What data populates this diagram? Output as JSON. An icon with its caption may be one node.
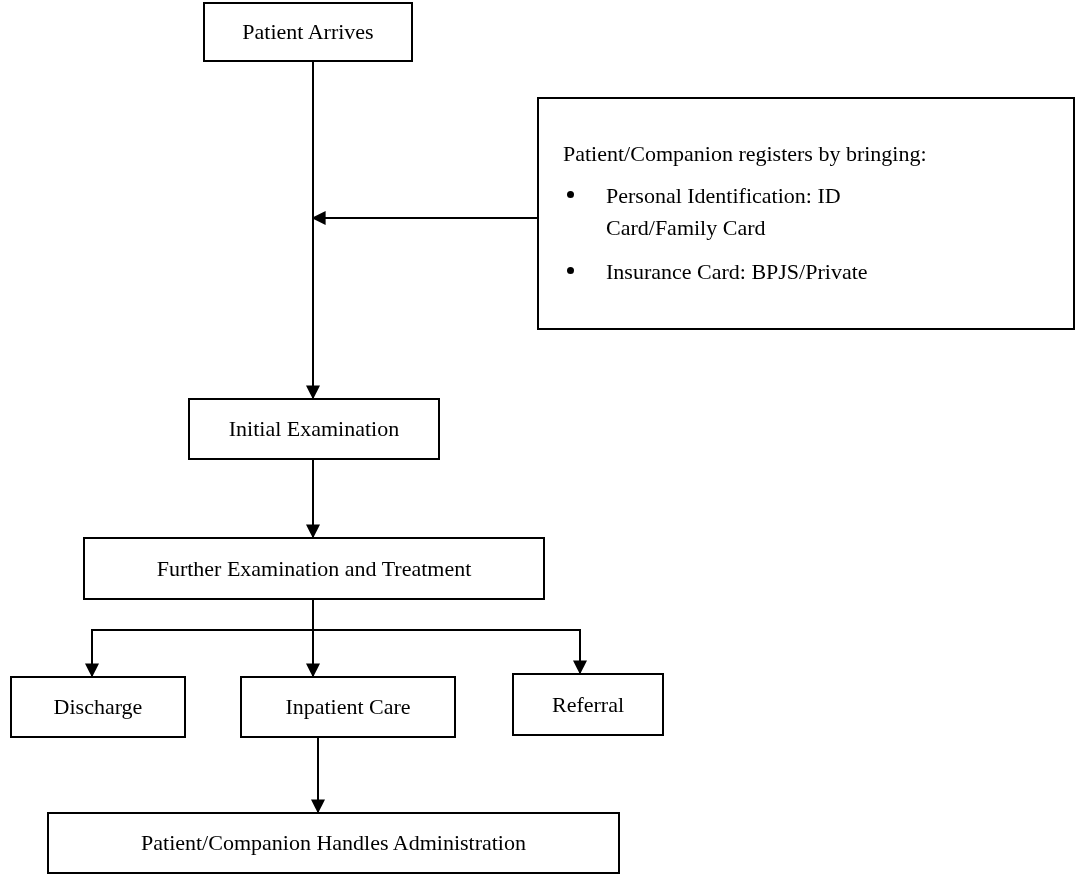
{
  "diagram": {
    "nodes": [
      {
        "text": [
          "Patient Arrives"
        ]
      },
      {
        "text": [
          "Patient/Companion registers by bringing:",
          "Personal Identification: ID Card/Family Card",
          "Insurance Card: BPJS/Private"
        ]
      },
      {
        "text": [
          "Initial Examination"
        ]
      },
      {
        "text": [
          "Further Examination and Treatment"
        ]
      },
      {
        "text": [
          "Discharge"
        ]
      },
      {
        "text": [
          "Inpatient Care"
        ]
      },
      {
        "text": [
          "Referral"
        ]
      },
      {
        "text": [
          "Patient/Companion Handles Administration"
        ]
      }
    ],
    "edges": [
      {
        "from": 0,
        "to": 2,
        "arrow": "to"
      },
      {
        "from": 1,
        "to": null,
        "arrow": "to"
      },
      {
        "from": 2,
        "to": 3,
        "arrow": "to"
      },
      {
        "from": 3,
        "to": 4,
        "arrow": "to"
      },
      {
        "from": 3,
        "to": 5,
        "arrow": "to"
      },
      {
        "from": 3,
        "to": 6,
        "arrow": "to"
      },
      {
        "from": 5,
        "to": 7,
        "arrow": "to"
      }
    ]
  }
}
